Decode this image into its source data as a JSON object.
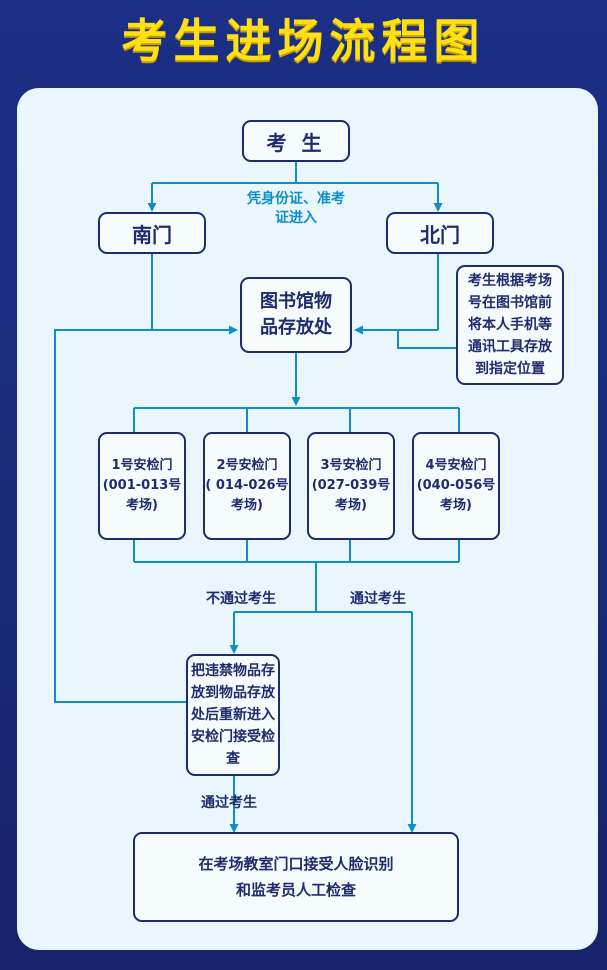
{
  "title": "考生进场流程图",
  "nodes": {
    "candidate": "考 生",
    "south_gate": "南门",
    "north_gate": "北门",
    "storage": "图书馆物品存放处",
    "north_note": "考生根据考场号在图书馆前将本人手机等通讯工具存放到指定位置",
    "checkpoints": [
      {
        "name": "1号安检门",
        "range": "(001-013号",
        "suffix": "考场)"
      },
      {
        "name": "2号安检门",
        "range": "( 014-026号",
        "suffix": "考场)"
      },
      {
        "name": "3号安检门",
        "range": "(027-039号",
        "suffix": "考场)"
      },
      {
        "name": "4号安检门",
        "range": "(040-056号",
        "suffix": "考场)"
      }
    ],
    "retry": "把违禁物品存放到物品存放处后重新进入安检门接受检查",
    "final": "在考场教室门口接受人脸识别和监考员人工检查"
  },
  "labels": {
    "id_check": "凭身份证、准考证进入",
    "fail": "不通过考生",
    "pass": "通过考生",
    "pass_retry": "通过考生"
  },
  "colors": {
    "background": "#1b2f86",
    "title": "#ffe014",
    "panel": "#eaf6fd",
    "line": "#0f8fc7",
    "box_border": "#1e2c6c"
  }
}
